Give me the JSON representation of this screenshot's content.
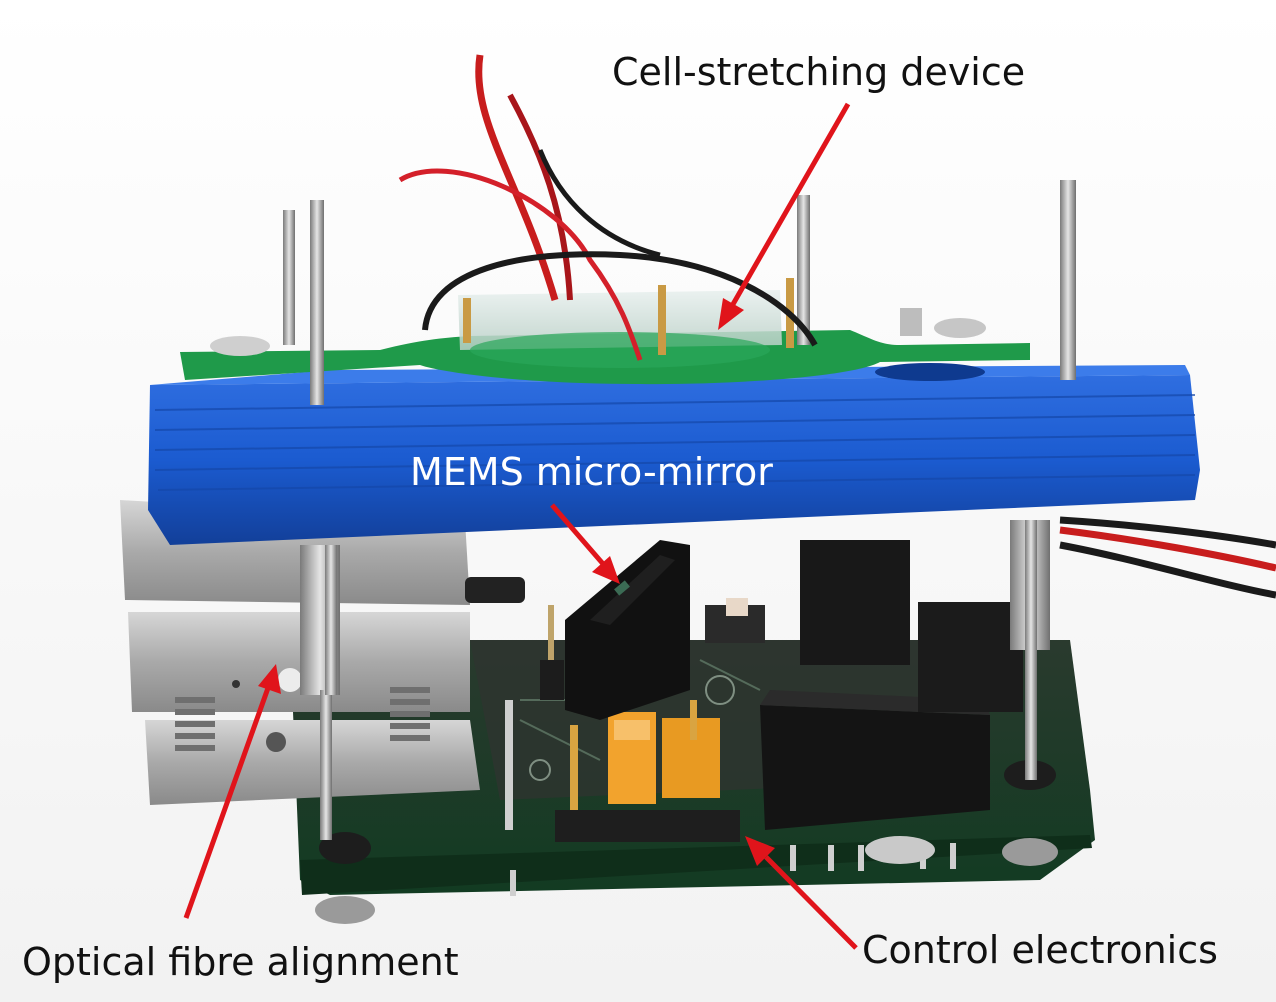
{
  "labels": {
    "cell_stretching": "Cell-stretching device",
    "mems_mirror": "MEMS micro-mirror",
    "fibre_alignment": "Optical fibre alignment",
    "control_electronics": "Control electronics"
  },
  "colors": {
    "arrow": "#e0141b",
    "blue_mount": "#1d5fd0",
    "pcb_green": "#1a5e34",
    "label_dark": "#111111",
    "label_light": "#ffffff"
  }
}
